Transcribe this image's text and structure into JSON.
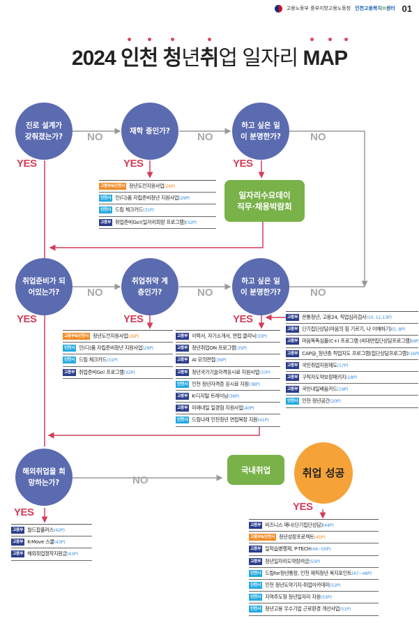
{
  "header": {
    "ministry": "고용노동부 중부지방고용노동청",
    "center_name": "인천고용복지",
    "center_suffix": "센터",
    "page_number": "01"
  },
  "title": {
    "year": "2024",
    "bold1": "인천 청",
    "light1": "년",
    "bold2": "취",
    "light2": "업 일자리",
    "bold3": "MAP"
  },
  "labels": {
    "yes": "YES",
    "no": "NO"
  },
  "colors": {
    "question_circle": "#5b6bb0",
    "success_circle": "#f5a238",
    "green_box": "#7ab24a",
    "yes_red": "#d13d5a",
    "no_gray": "#a8a8a8",
    "badge_moel": "#2c3e8c",
    "badge_incheon": "#26a9e0",
    "badge_both": "#f28c28"
  },
  "questions": {
    "q1": "진로 설계가 갖춰졌는가?",
    "q2": "재학 중인가?",
    "q3": "하고 싶은 일이 분명한가?",
    "q4": "취업준비가 되어있는가?",
    "q5": "취업취약 계층인가?",
    "q6": "하고 싶은 일이 분명한가?",
    "q7": "해외취업을 희망하는가?"
  },
  "boxes": {
    "job_fair": "일자리수요데이 직무·채용박람회",
    "domestic": "국내취업",
    "success": "취업 성공"
  },
  "lists": {
    "student": [
      {
        "badge": "고용부&인천시",
        "type": "both",
        "name": "청년도전지원사업",
        "pages": "(26P)",
        "pcolor": "orange"
      },
      {
        "badge": "인천시",
        "type": "inc",
        "name": "인(디)품 자립준비청년 지원사업",
        "pages": "(29P)",
        "pcolor": "blue"
      },
      {
        "badge": "인천시",
        "type": "inc",
        "name": "드림 체크카드",
        "pages": "(31P)",
        "pcolor": "blue"
      },
      {
        "badge": "고용부",
        "type": "moel",
        "name": "취업준비Go!(일자리희망 프로그램)",
        "pages": "(32P)",
        "pcolor": "blue"
      }
    ],
    "vulnerable": [
      {
        "badge": "고용부&인천시",
        "type": "both",
        "name": "청년도전지원사업",
        "pages": "(26P)",
        "pcolor": "orange"
      },
      {
        "badge": "인천시",
        "type": "inc",
        "name": "인(디)품 자립준비청년 지원사업",
        "pages": "(29P)",
        "pcolor": "blue"
      },
      {
        "badge": "인천시",
        "type": "inc",
        "name": "드림 체크카드",
        "pages": "(31P)",
        "pcolor": "blue"
      },
      {
        "badge": "고용부",
        "type": "moel",
        "name": "취업준비Go! 프로그램",
        "pages": "(32P)",
        "pcolor": "blue"
      }
    ],
    "clear_goal": [
      {
        "badge": "고용부",
        "type": "moel",
        "name": "이력서, 자기소개서, 면접 클리닉",
        "pages": "(33P)",
        "pcolor": "blue"
      },
      {
        "badge": "고용부",
        "type": "moel",
        "name": "청년취업ON 프로그램",
        "pages": "(35P)",
        "pcolor": "blue"
      },
      {
        "badge": "고용부",
        "type": "moel",
        "name": "AI 모의면접",
        "pages": "(36P)",
        "pcolor": "blue"
      },
      {
        "badge": "고용부",
        "type": "moel",
        "name": "청년국가기술자격응시료 지원사업",
        "pages": "(37P)",
        "pcolor": "blue"
      },
      {
        "badge": "인천시",
        "type": "inc",
        "name": "인천 청년자격증 응시료 지원",
        "pages": "(38P)",
        "pcolor": "blue"
      },
      {
        "badge": "고용부",
        "type": "moel",
        "name": "K-디지털 트레이닝",
        "pages": "(39P)",
        "pcolor": "blue"
      },
      {
        "badge": "고용부",
        "type": "moel",
        "name": "미래내일 일경험 지원사업",
        "pages": "(40P)",
        "pcolor": "blue"
      },
      {
        "badge": "인천시",
        "type": "inc",
        "name": "드림나래 인천청년 면접복장 지원",
        "pages": "(41P)",
        "pcolor": "blue"
      }
    ],
    "unclear_goal": [
      {
        "badge": "고용부",
        "type": "moel",
        "name": "온통청년, 고용24, 직업심리검사",
        "pages": "(10, 11,13P)",
        "pcolor": "blue"
      },
      {
        "badge": "고용부",
        "type": "moel",
        "name": "단기집단상담(마음의 힘 기르기, 나 이해하기)",
        "pages": "(5, 8P)",
        "pcolor": "blue"
      },
      {
        "badge": "고용부",
        "type": "moel",
        "name": "마음똑똑심플(C+) 프로그램 (비대면집단상담프로그램)",
        "pages": "(9P)",
        "pcolor": "blue"
      },
      {
        "badge": "고용부",
        "type": "moel",
        "name": "CAP@_청년층 직업지도 프로그램(집단상담프로그램)",
        "pages": "(16P)",
        "pcolor": "blue"
      },
      {
        "badge": "고용부",
        "type": "moel",
        "name": "국민취업지원제도",
        "pages": "(17P)",
        "pcolor": "blue"
      },
      {
        "badge": "고용부",
        "type": "moel",
        "name": "구직자도약보장패키지",
        "pages": "(18P)",
        "pcolor": "blue"
      },
      {
        "badge": "고용부",
        "type": "moel",
        "name": "국민내일배움카드",
        "pages": "(19P)",
        "pcolor": "blue"
      },
      {
        "badge": "인천시",
        "type": "inc",
        "name": "인천 청년공간",
        "pages": "(20P)",
        "pcolor": "blue"
      }
    ],
    "overseas": [
      {
        "badge": "고용부",
        "type": "moel",
        "name": "월드잡플러스",
        "pages": "(42P)",
        "pcolor": "blue"
      },
      {
        "badge": "고용부",
        "type": "moel",
        "name": "K-Move 스쿨",
        "pages": "(43P)",
        "pcolor": "blue"
      },
      {
        "badge": "고용부",
        "type": "moel",
        "name": "해외취업정착지원금",
        "pages": "(43P)",
        "pcolor": "blue"
      }
    ],
    "after_success": [
      {
        "badge": "고용부",
        "type": "moel",
        "name": "비즈니스 매너(단기집단상담)",
        "pages": "(44P)",
        "pcolor": "blue"
      },
      {
        "badge": "고용부&인천시",
        "type": "both",
        "name": "청년성장프로젝트",
        "pages": "(45P)",
        "pcolor": "orange"
      },
      {
        "badge": "고용부",
        "type": "moel",
        "name": "일학습병행제, P-TECH",
        "pages": "(49~50P)",
        "pcolor": "blue"
      },
      {
        "badge": "고용부",
        "type": "moel",
        "name": "청년일자리도약장려금",
        "pages": "(55P)",
        "pcolor": "blue"
      },
      {
        "badge": "인천시",
        "type": "inc",
        "name": "드림for청년통장, 인천 재직청년 복지포인트",
        "pages": "(47~48P)",
        "pcolor": "blue"
      },
      {
        "badge": "인천시",
        "type": "inc",
        "name": "인천 청년도약기지-취업아카데미",
        "pages": "(52P)",
        "pcolor": "blue"
      },
      {
        "badge": "인천시",
        "type": "inc",
        "name": "지역주도형 청년일자리 지원",
        "pages": "(53P)",
        "pcolor": "blue"
      },
      {
        "badge": "인천시",
        "type": "inc",
        "name": "청년고용 우수기업 근로환경 개선사업",
        "pages": "(51P)",
        "pcolor": "blue"
      }
    ]
  }
}
